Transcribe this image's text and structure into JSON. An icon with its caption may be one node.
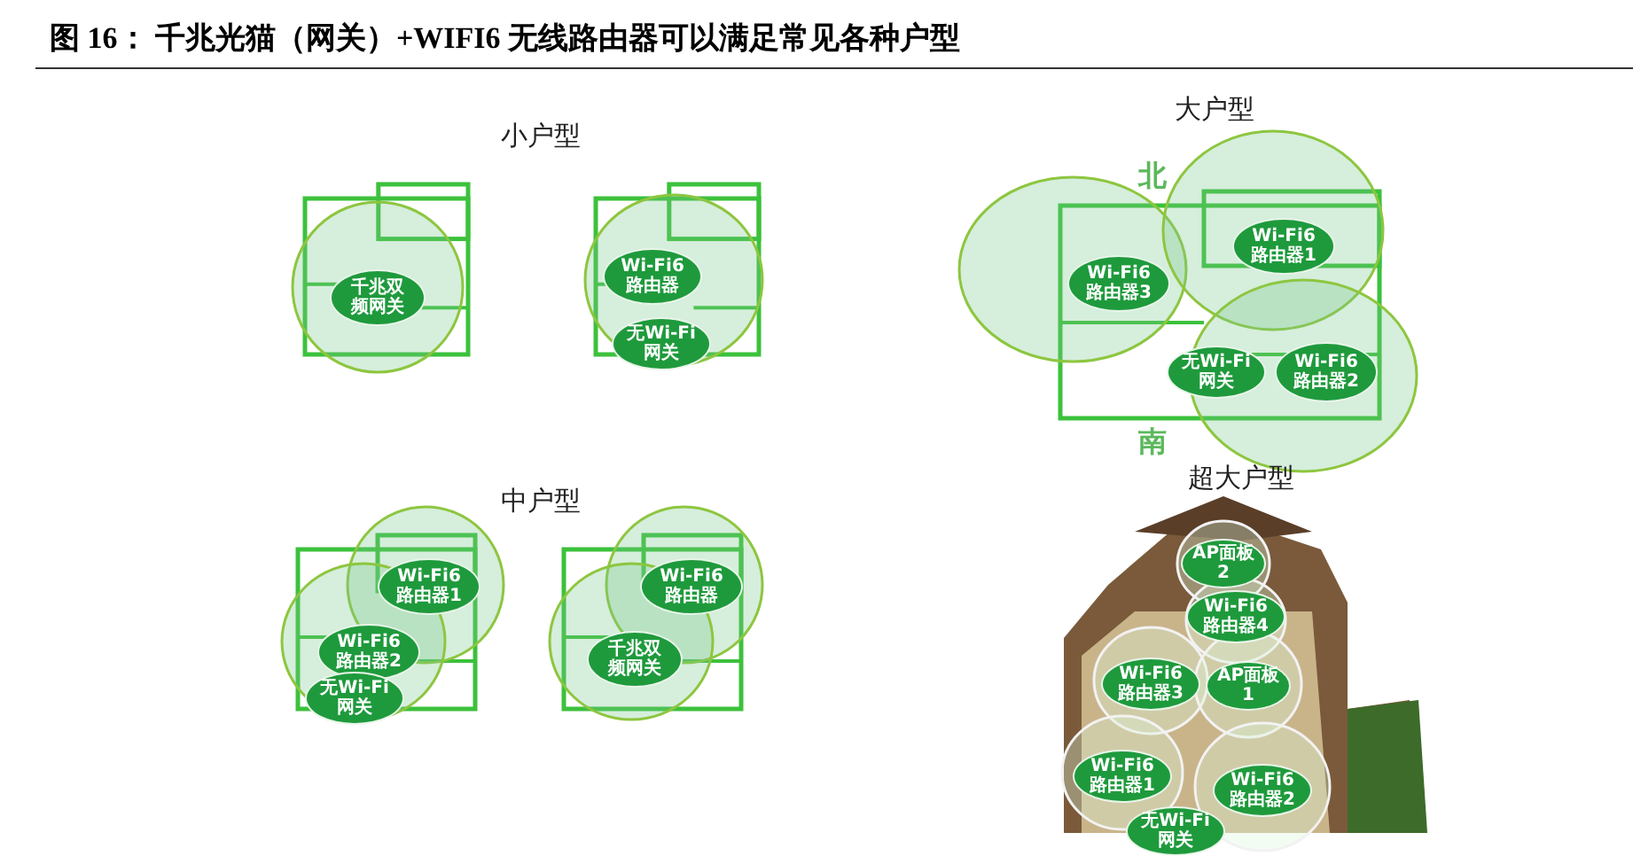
{
  "diagram": {
    "title": "图 16： 千兆光猫（网关）+WIFI6 无线路由器可以满足常见各种户型",
    "nodes": [
      {
        "text": [
          "千兆双频网关"
        ]
      },
      {
        "text": [
          "Wi-Fi6 路由器"
        ]
      },
      {
        "text": [
          "无Wi-Fi 网关"
        ]
      },
      {
        "text": [
          "Wi-Fi6 路由器1"
        ]
      },
      {
        "text": [
          "Wi-Fi6 路由器3"
        ]
      },
      {
        "text": [
          "无Wi-Fi 网关"
        ]
      },
      {
        "text": [
          "Wi-Fi6 路由器2"
        ]
      },
      {
        "text": [
          "Wi-Fi6 路由器1"
        ]
      },
      {
        "text": [
          "Wi-Fi6 路由器2"
        ]
      },
      {
        "text": [
          "无Wi-Fi 网关"
        ]
      },
      {
        "text": [
          "Wi-Fi6 路由器"
        ]
      },
      {
        "text": [
          "千兆双频网关"
        ]
      },
      {
        "text": [
          "AP面板 2"
        ]
      },
      {
        "text": [
          "Wi-Fi6 路由器4"
        ]
      },
      {
        "text": [
          "Wi-Fi6 路由器3"
        ]
      },
      {
        "text": [
          "AP面板 1"
        ]
      },
      {
        "text": [
          "Wi-Fi6 路由器1"
        ]
      },
      {
        "text": [
          "Wi-Fi6 路由器2"
        ]
      },
      {
        "text": [
          "无Wi-Fi 网关"
        ]
      }
    ],
    "labels": [
      "小户型",
      "大户型",
      "北",
      "南",
      "中户型",
      "超大户型"
    ]
  }
}
